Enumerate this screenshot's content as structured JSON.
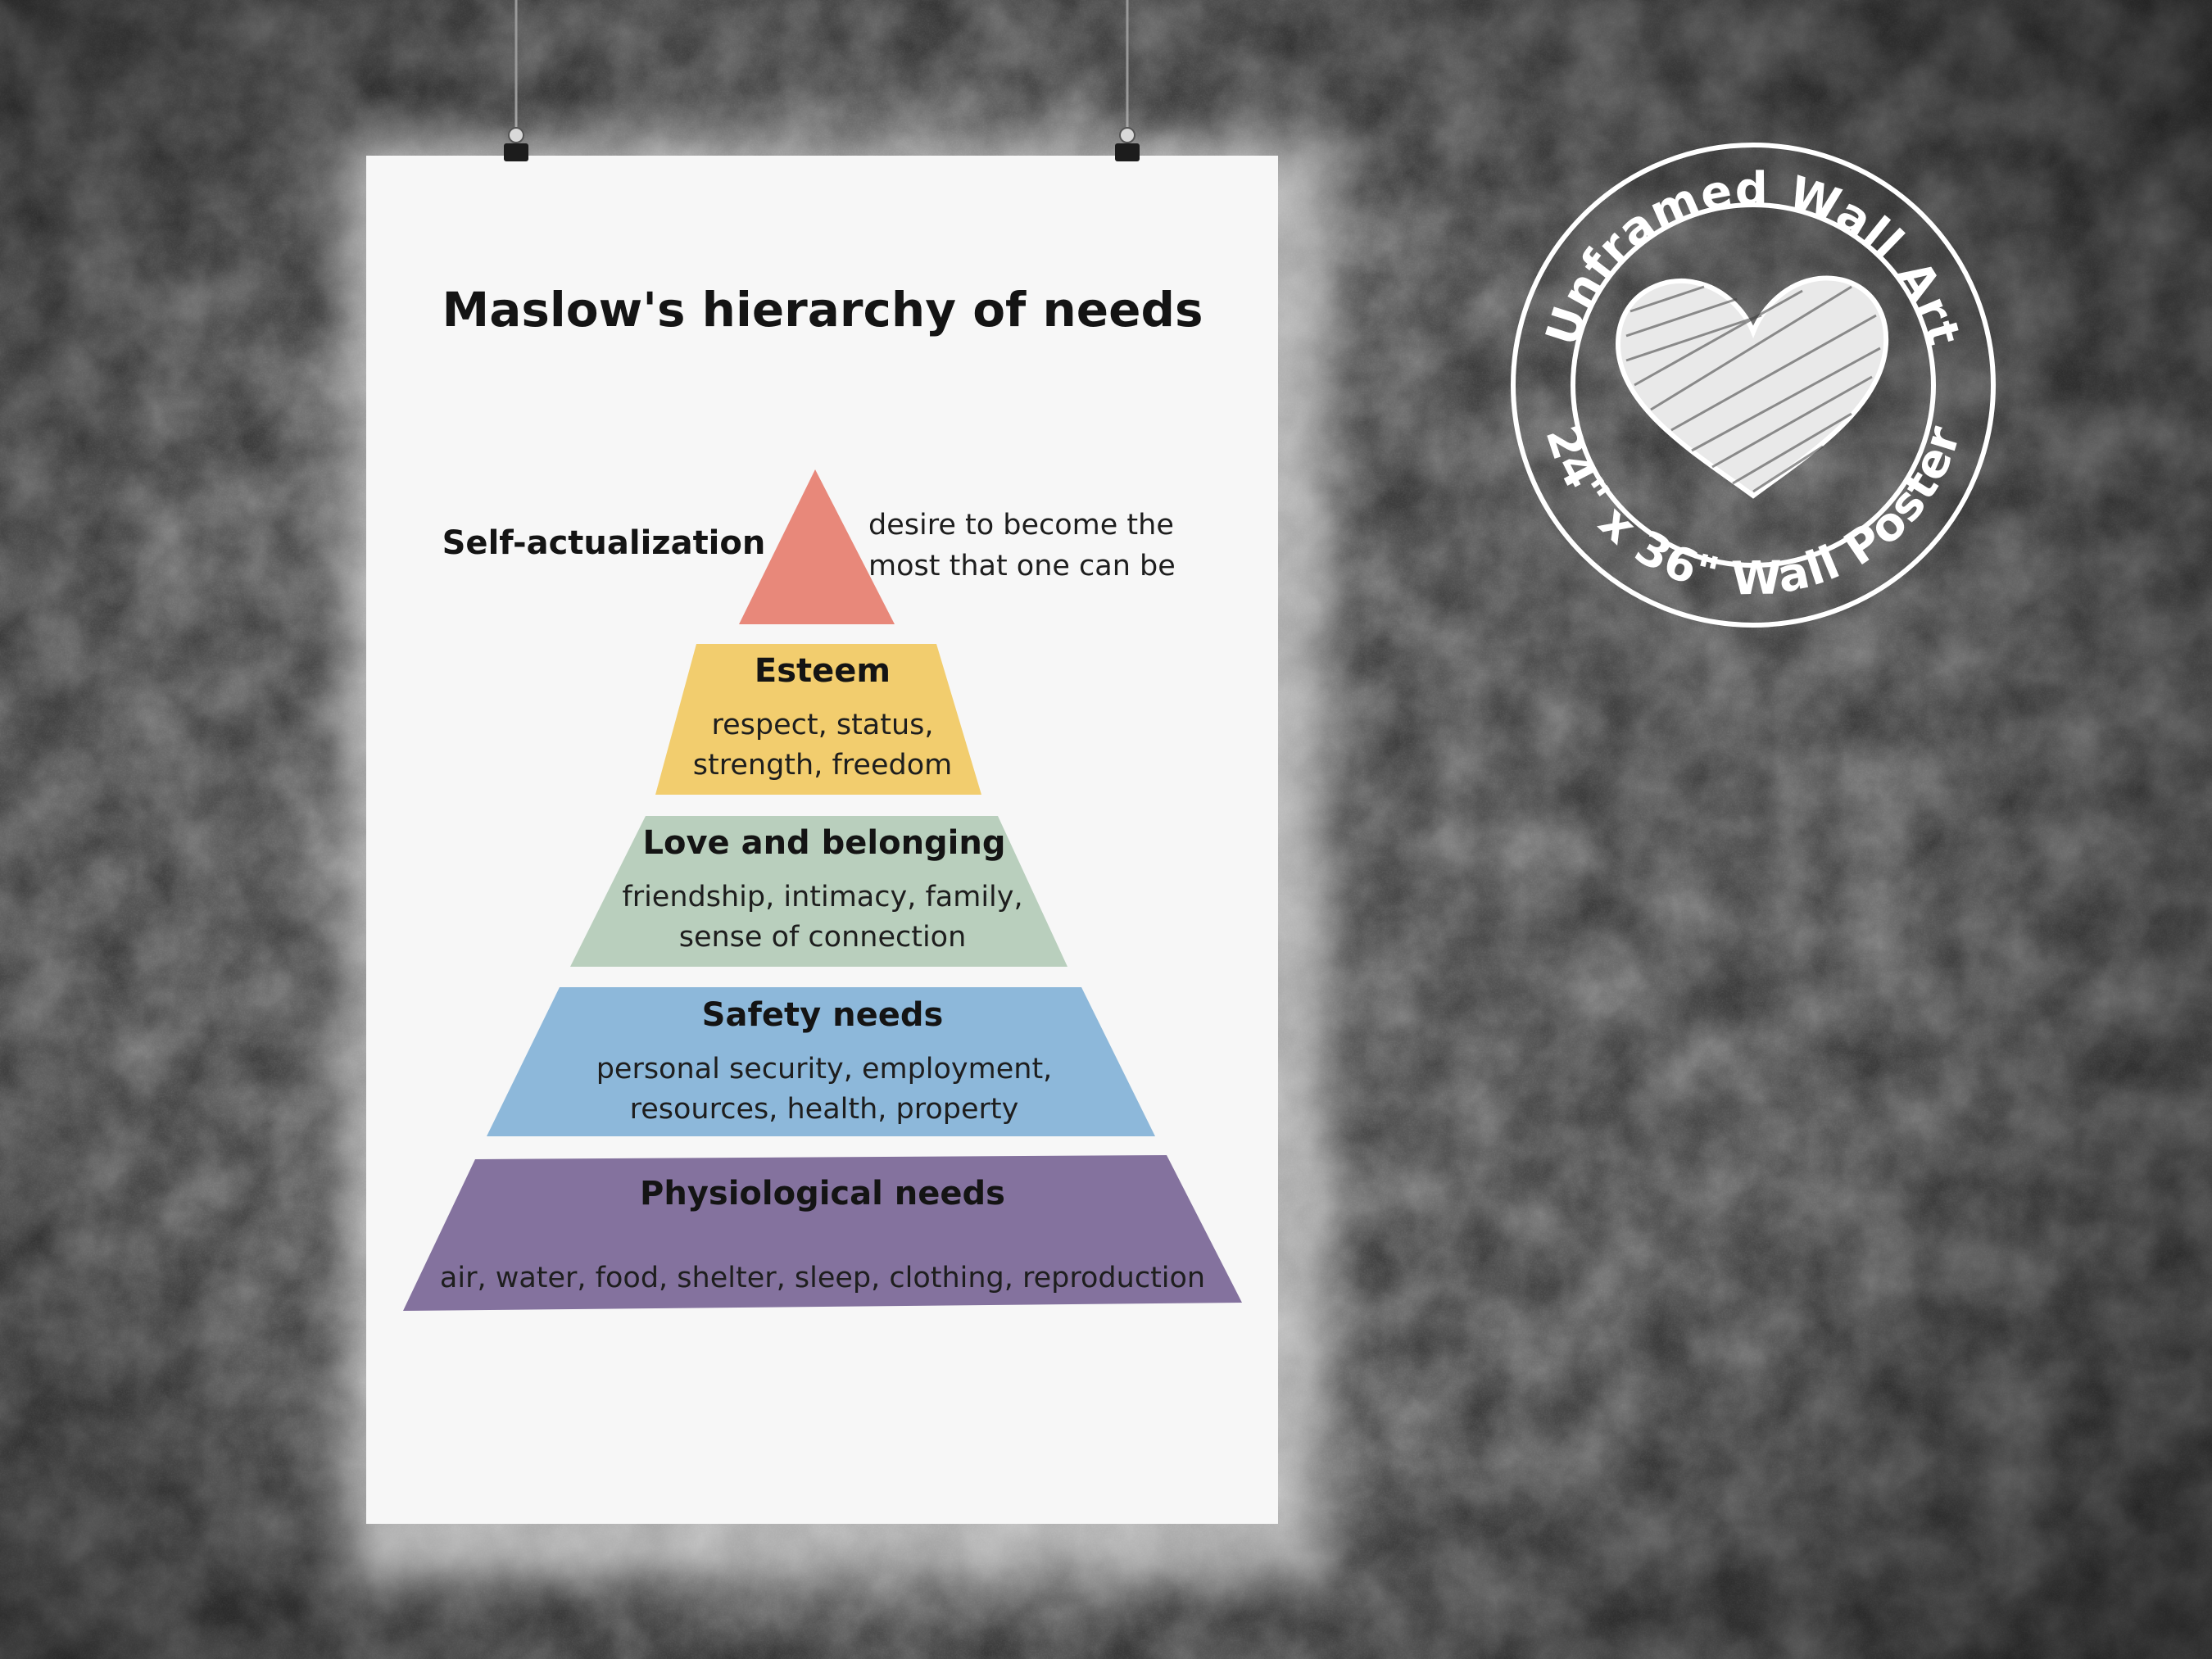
{
  "poster": {
    "title": "Maslow's hierarchy of needs",
    "levels": [
      {
        "label": "Self-actualization",
        "description": [
          "desire to become the",
          "most that one can be"
        ],
        "color": "#e8887a"
      },
      {
        "label": "Esteem",
        "description": [
          "respect, status,",
          "strength, freedom"
        ],
        "color": "#f2cd6e"
      },
      {
        "label": "Love and belonging",
        "description": [
          "friendship, intimacy, family,",
          "sense of connection"
        ],
        "color": "#b9cfbd"
      },
      {
        "label": "Safety needs",
        "description": [
          "personal security, employment,",
          "resources, health, property"
        ],
        "color": "#8db8da"
      },
      {
        "label": "Physiological needs",
        "description": [
          "air, water, food, shelter, sleep, clothing, reproduction"
        ],
        "color": "#84729e"
      }
    ]
  },
  "stamp": {
    "top_text": "Unframed Wall Art",
    "bottom_text": "24\" x 36\" Wall Poster",
    "icon": "heart-icon"
  },
  "colors": {
    "wall": "#3b3b3b",
    "poster_paper": "#f7f7f7",
    "stamp": "#ffffff"
  }
}
